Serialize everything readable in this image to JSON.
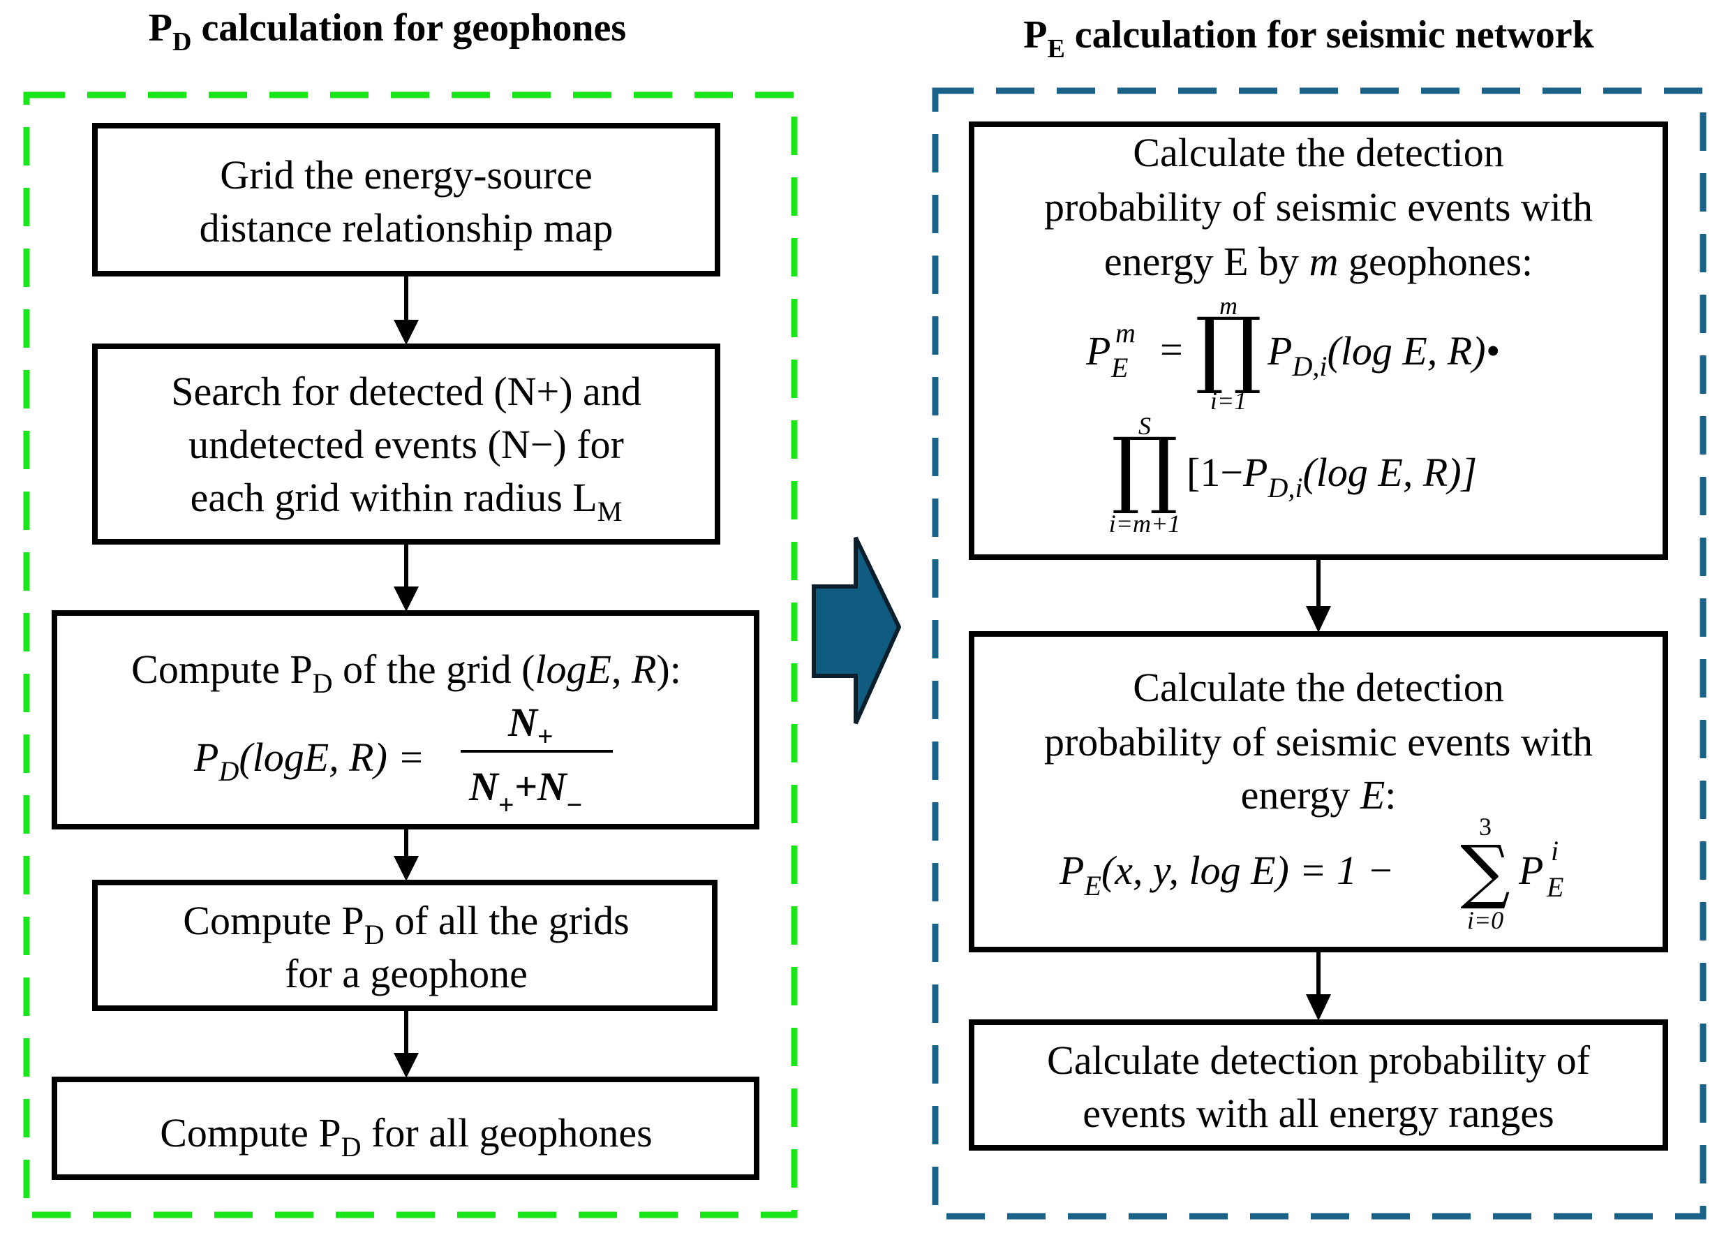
{
  "colors": {
    "left_panel_border": "#19e619",
    "right_panel_border": "#1b6288",
    "transition_arrow": "#0f5c80",
    "box_border": "#000000"
  },
  "left_panel": {
    "title_main": "P",
    "title_sub": "D",
    "title_rest": " calculation for geophones",
    "steps": [
      {
        "lines": [
          "Grid the energy-source",
          "distance relationship map"
        ]
      },
      {
        "lines": [
          "Search for detected (N+) and",
          "undetected events (N−)  for",
          "each grid within radius L"
        ],
        "sub": "M"
      },
      {
        "line1_a": "Compute P",
        "line1_sub": "D",
        "line1_b": " of the grid (",
        "line1_c": "logE",
        "line1_d": ", ",
        "line1_e": "R",
        "line1_f": "):",
        "formula_lhs": "P",
        "formula_lhs_sub": "D",
        "formula_lhs_args": "(logE, R) =",
        "numerator": "N",
        "numerator_sub": "+",
        "denominator_a": "N",
        "denominator_a_sub": "+",
        "denominator_plus": "+N",
        "denominator_b_sub": "−"
      },
      {
        "line1_a": "Compute P",
        "line1_sub": "D",
        "line1_b": " of all the grids",
        "line2": "for a geophone"
      },
      {
        "line1_a": "Compute P",
        "line1_sub": "D",
        "line1_b": " for all geophones"
      }
    ]
  },
  "right_panel": {
    "title_main": "P",
    "title_sub": "E",
    "title_rest": " calculation for seismic network",
    "steps": [
      {
        "line1": "Calculate the detection",
        "line2": "probability of seismic events with",
        "line3_a": "energy E by ",
        "line3_m": "m",
        "line3_b": " geophones:",
        "f1_P": "P",
        "f1_sup": "m",
        "f1_sub": "E",
        "f1_eq": "=",
        "prod_top": "m",
        "prod_bottom": "i=1",
        "prod_symbol": "∏",
        "f1_term": "P",
        "f1_term_sub": "D,i",
        "f1_args": "(log E, R)•",
        "prod2_top": "S",
        "prod2_bottom": "i=m+1",
        "f2_term_a": "[1−",
        "f2_term_P": "P",
        "f2_term_sub": "D,i",
        "f2_args": "(log E, R)]"
      },
      {
        "line1": "Calculate the detection",
        "line2": "probability of seismic events with",
        "line3_a": "energy ",
        "line3_E": "E",
        "line3_b": ":",
        "f_P": "P",
        "f_sub": "E",
        "f_args": "(x, y, log E) = 1 −",
        "sum_symbol": "∑",
        "sum_top": "3",
        "sum_bottom": "i=0",
        "f_term": "P",
        "f_term_sup": "i",
        "f_term_sub": "E"
      },
      {
        "line1": "Calculate detection probability of",
        "line2": "events with all energy ranges"
      }
    ]
  }
}
